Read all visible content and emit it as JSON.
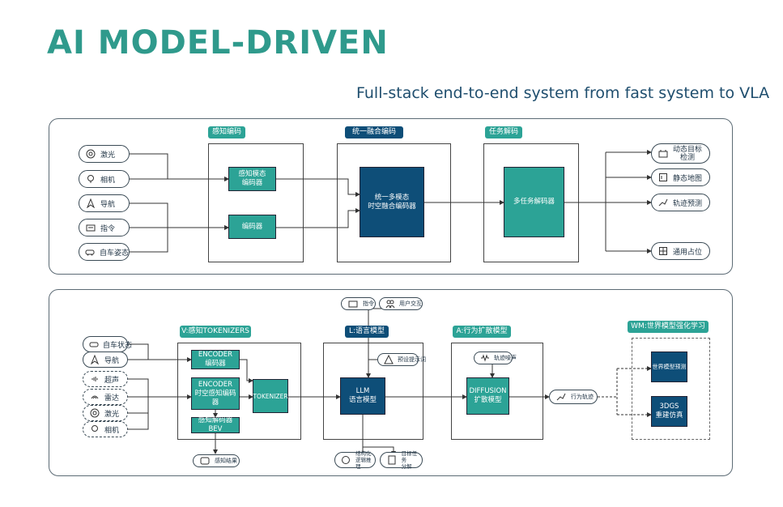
{
  "header": {
    "title": "AI MODEL-DRIVEN",
    "subtitle": "Full-stack end-to-end system from fast system to VLA"
  },
  "top": {
    "inputs": [
      "激光",
      "相机",
      "导航",
      "指令",
      "自车姿态"
    ],
    "stage_labels": {
      "perception": "感知编码",
      "fusion": "统一融合编码",
      "task": "任务解码"
    },
    "blocks": {
      "perception_encoder": "感知模态\n编码器",
      "encoder": "编码器",
      "unified": "统一多模态\n时空融合编码器",
      "multitask": "多任务解码器"
    },
    "outputs": [
      "动态目标\n检测",
      "静态地图",
      "轨迹预测",
      "通用占位"
    ]
  },
  "bottom": {
    "inputs": [
      "自车状态",
      "导航",
      "超声",
      "雷达",
      "激光",
      "相机"
    ],
    "stage_labels": {
      "v": "V:感知TOKENIZERS",
      "l": "L:语言模型",
      "a": "A:行为扩散模型",
      "wm": "WM:世界模型强化学习"
    },
    "blocks": {
      "encoder_nav": "ENCODER\n编码器",
      "encoder_st": "ENCODER\n时空感知编码器",
      "bev": "感知解码器\nBEV",
      "tokenizer": "TOKENIZER",
      "llm": "LLM\n语言模型",
      "diffusion": "DIFFUSION\n扩散模型",
      "wm_predict": "世界模型预测",
      "wm_3dgs": "3DGS\n重建仿真"
    },
    "chips": {
      "command": "指令",
      "interaction": "用户交互",
      "preset_prompt": "预设提示词",
      "noise": "轨迹噪声",
      "perception_result": "感知结果",
      "reasoning": "结构化\n逻辑推理",
      "task_decomp": "目标任务\n分解",
      "trajectory": "行为轨迹"
    }
  },
  "colors": {
    "teal": "#2ca396",
    "navy": "#0e4e78",
    "title": "#2f9a8c"
  }
}
